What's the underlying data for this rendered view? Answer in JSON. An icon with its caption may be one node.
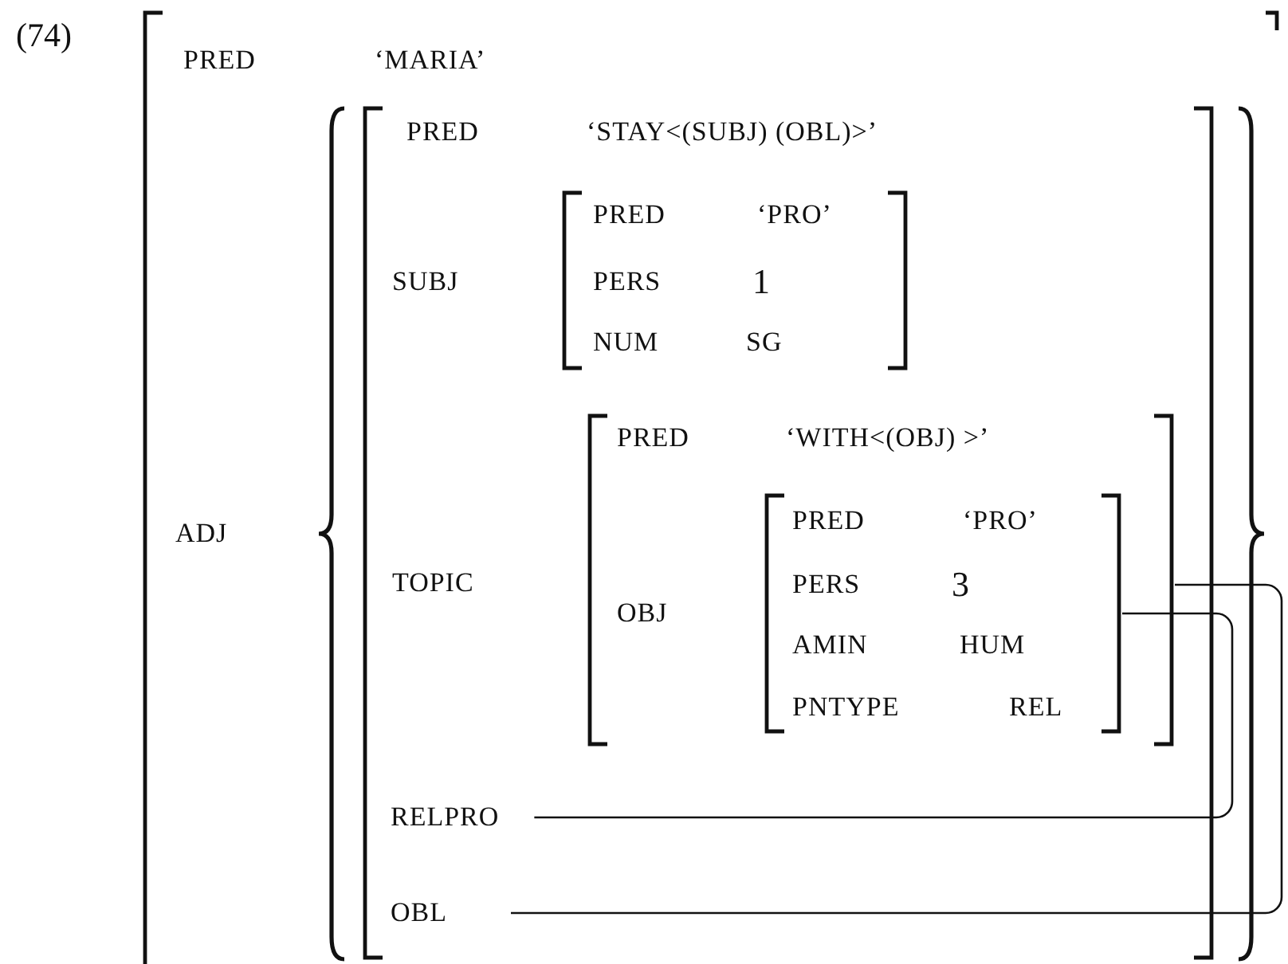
{
  "diagram": {
    "nodes": [
      {
        "text": [
          "PRED",
          "‘MARIA’",
          "ADJ"
        ]
      },
      {
        "text": [
          "PRED",
          "‘STAY<(SUBJ) (OBL)>’",
          "SUBJ",
          "TOPIC"
        ],
        "in": 0
      },
      {
        "text": [
          "PRED",
          "‘PRO’",
          "PERS",
          "1",
          "NUM",
          "SG"
        ],
        "in": 1
      },
      {
        "text": [
          "PRED",
          "‘WITH<(OBJ) >’",
          "OBJ"
        ],
        "in": 1
      },
      {
        "text": [
          "PRED",
          "‘PRO’",
          "PERS",
          "3",
          "AMIN",
          "HUM",
          "PNTYPE",
          "REL"
        ],
        "in": 3
      },
      {
        "text": [
          "RELPRO"
        ],
        "in": 1
      },
      {
        "text": [
          "OBL"
        ],
        "in": 1
      }
    ],
    "edges": [
      {
        "from": 3,
        "to": 6,
        "arrow": "none"
      },
      {
        "from": 4,
        "to": 5,
        "arrow": "none"
      }
    ],
    "labels": [
      "(74)"
    ]
  }
}
